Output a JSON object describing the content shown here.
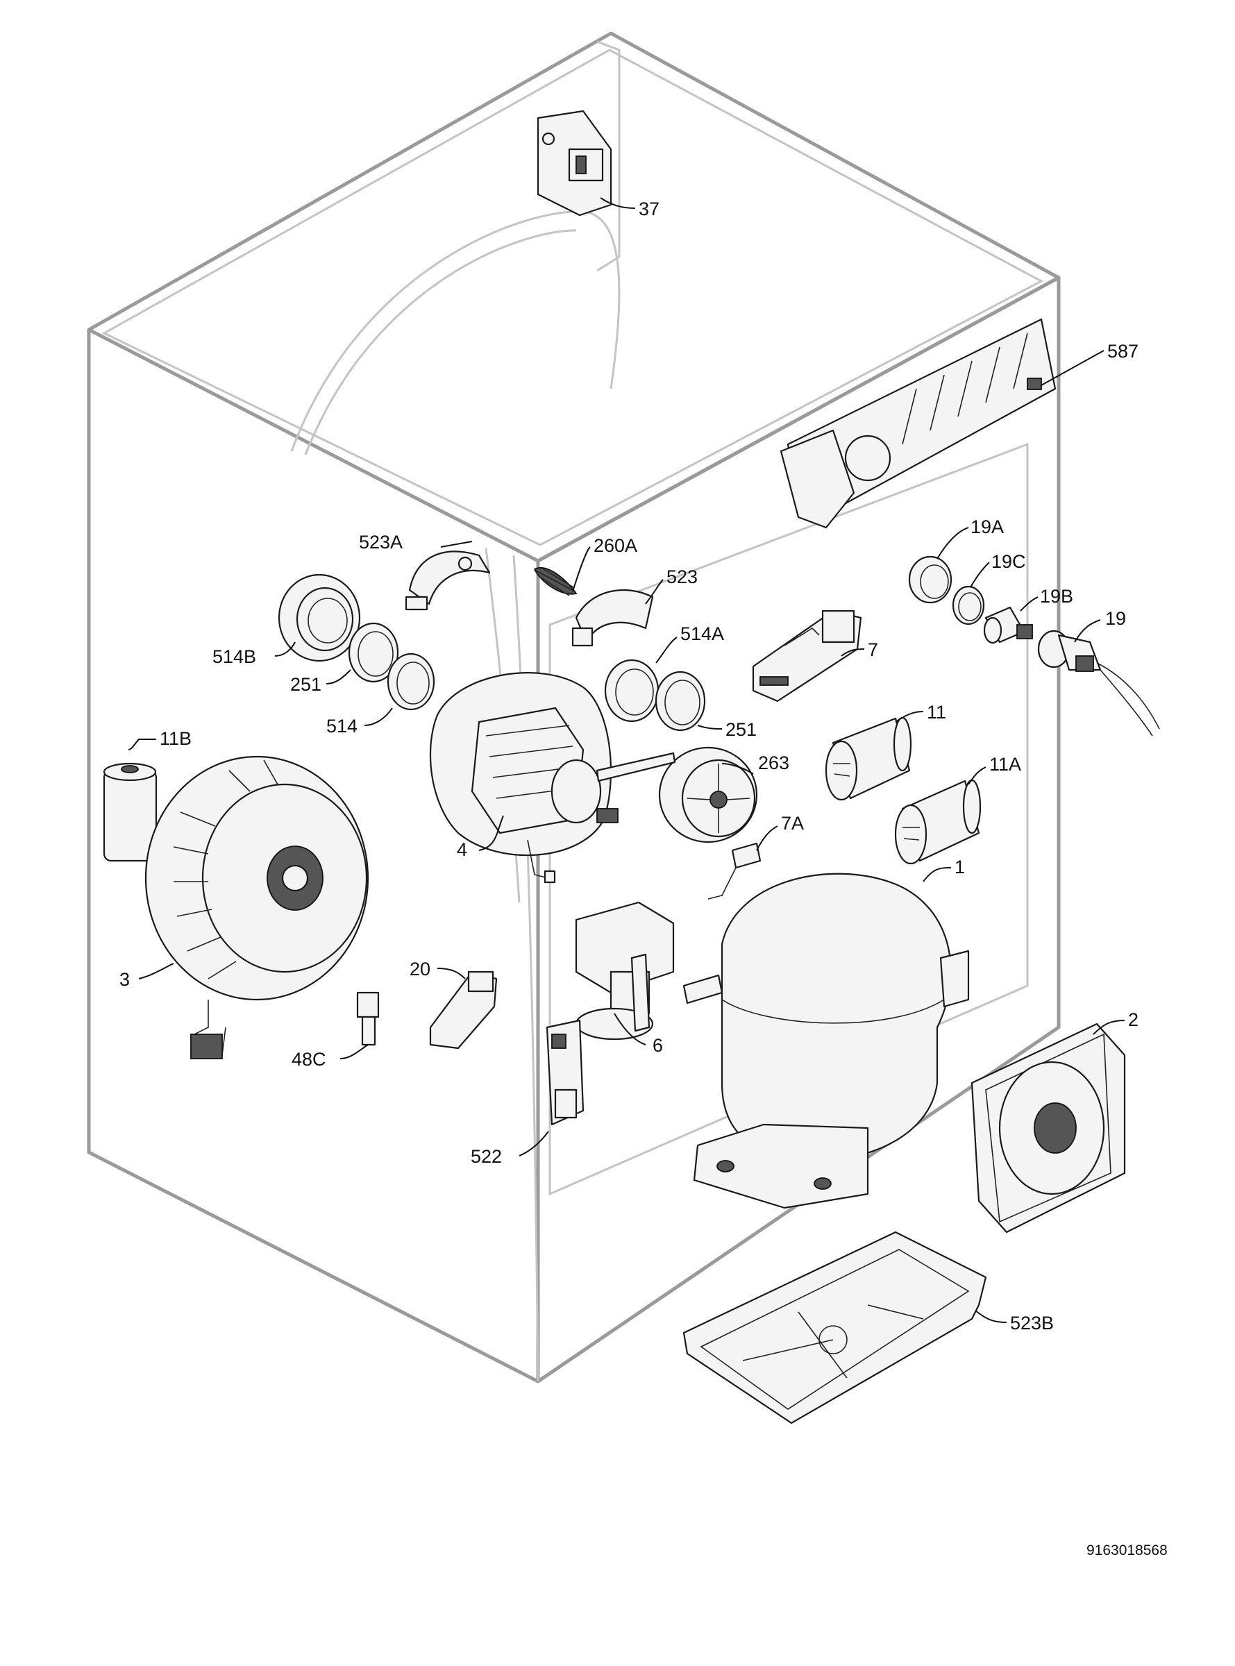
{
  "parts": {
    "p37": "37",
    "p587": "587",
    "p523A": "523A",
    "p260A": "260A",
    "p523": "523",
    "p19A": "19A",
    "p19C": "19C",
    "p19B": "19B",
    "p19": "19",
    "p514B": "514B",
    "p251a": "251",
    "p514": "514",
    "p514A": "514A",
    "p7": "7",
    "p251b": "251",
    "p11": "11",
    "p263": "263",
    "p11A": "11A",
    "p11B": "11B",
    "p4": "4",
    "p7A": "7A",
    "p1": "1",
    "p20": "20",
    "p3": "3",
    "p6": "6",
    "p2": "2",
    "p48C": "48C",
    "p522": "522",
    "p523B": "523B"
  },
  "document_number": "9163018568"
}
